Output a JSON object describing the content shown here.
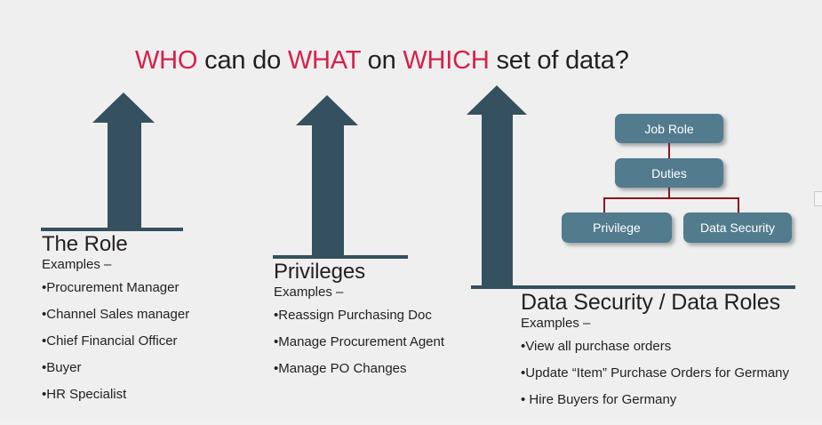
{
  "slide": {
    "background_color": "#efefef",
    "accent_red": "#d6204a",
    "arrow_color": "#35505e",
    "node_color": "#527b8e",
    "connector_color": "#8c1420",
    "title": {
      "segments": [
        {
          "text": "WHO",
          "highlight": true
        },
        {
          "text": " can do ",
          "highlight": false
        },
        {
          "text": "WHAT",
          "highlight": true
        },
        {
          "text": " on ",
          "highlight": false
        },
        {
          "text": "WHICH",
          "highlight": true
        },
        {
          "text": " set of data?",
          "highlight": false
        }
      ],
      "plain": "WHO can do WHAT on WHICH set of data?"
    }
  },
  "columns": [
    {
      "id": "role",
      "heading": "The Role",
      "examples_label": "Examples –",
      "items": [
        "•Procurement Manager",
        "•Channel Sales manager",
        "•Chief Financial Officer",
        "•Buyer",
        "•HR Specialist"
      ]
    },
    {
      "id": "privileges",
      "heading": "Privileges",
      "examples_label": "Examples –",
      "items": [
        "•Reassign Purchasing Doc",
        "•Manage Procurement Agent",
        "•Manage PO Changes"
      ]
    },
    {
      "id": "data-security",
      "heading": "Data Security / Data Roles",
      "examples_label": "Examples –",
      "items": [
        "•View all purchase orders",
        "•Update “Item” Purchase Orders for Germany",
        "• Hire Buyers for Germany"
      ]
    }
  ],
  "diagram": {
    "nodes": [
      {
        "id": "job-role",
        "label": "Job Role"
      },
      {
        "id": "duties",
        "label": "Duties"
      },
      {
        "id": "privilege",
        "label": "Privilege"
      },
      {
        "id": "data-security",
        "label": "Data Security"
      }
    ]
  }
}
